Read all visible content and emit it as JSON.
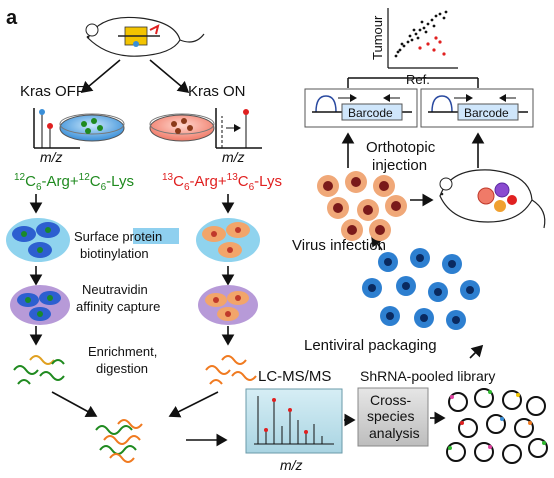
{
  "panel_letter": "a",
  "kras": {
    "off": "Kras OFF",
    "on": "Kras ON",
    "mz": "m/z"
  },
  "labels": {
    "light_a": "12",
    "light_b": "C",
    "light_c": "6",
    "light_d": "-Arg+",
    "light_e": "12",
    "light_f": "C",
    "light_g": "6",
    "light_h": "-Lys",
    "heavy_a": "13",
    "heavy_b": "C",
    "heavy_c": "6",
    "heavy_d": "-Arg+",
    "heavy_e": "13",
    "heavy_f": "C",
    "heavy_g": "6",
    "heavy_h": "-Lys"
  },
  "steps": {
    "biotin_1a": "Surface ",
    "biotin_1b": "protein",
    "biotin_2": "biotinylation",
    "neutr_1": "Neutravidin",
    "neutr_2": "affinity capture",
    "enrich_1": "Enrichment,",
    "enrich_2": "digestion"
  },
  "ms": {
    "title": "LC-MS/MS",
    "mz": "m/z"
  },
  "cross": {
    "line1": "Cross-",
    "line2": "species",
    "line3": "analysis"
  },
  "library": "ShRNA-pooled library",
  "lentiviral": "Lentiviral packaging",
  "virus": "Virus infection",
  "orthotopic": {
    "line1": "Orthotopic",
    "line2": "injection"
  },
  "barcode": "Barcode",
  "scatter": {
    "ylabel": "Tumour",
    "xlabel": "Ref."
  },
  "colors": {
    "light_green": "#1f8a1f",
    "heavy_red": "#e02020",
    "ms_panel": "#bfe0ea",
    "barcode_fill": "#cfe6fb",
    "highlight": "#8fd0ef"
  }
}
